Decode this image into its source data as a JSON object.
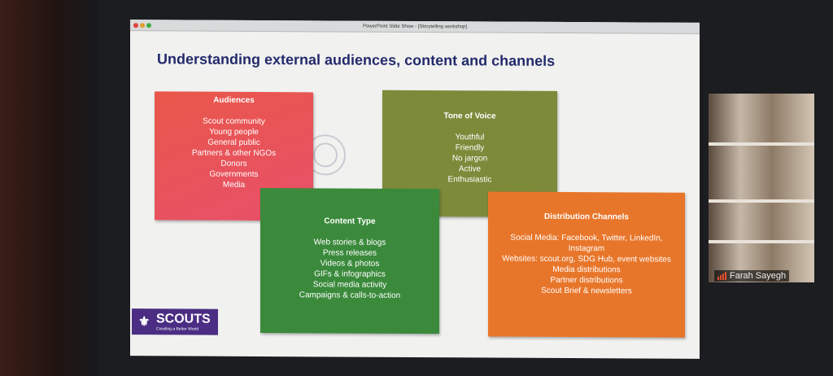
{
  "window": {
    "title": "PowerPoint Slide Show - [Storytelling workshop]"
  },
  "slide": {
    "title": "Understanding external audiences, content and channels",
    "boxes": {
      "audiences": {
        "heading": "Audiences",
        "items": [
          "Scout community",
          "Young people",
          "General public",
          "Partners & other NGOs",
          "Donors",
          "Governments",
          "Media"
        ],
        "color": "#e8544c"
      },
      "tone": {
        "heading": "Tone of Voice",
        "items": [
          "Youthful",
          "Friendly",
          "No jargon",
          "Active",
          "Enthusiastic"
        ],
        "color": "#7d8a3a"
      },
      "content": {
        "heading": "Content Type",
        "items": [
          "Web stories & blogs",
          "Press releases",
          "Videos & photos",
          "GIFs & infographics",
          "Social media activity",
          "Campaigns & calls-to-action"
        ],
        "color": "#3b8a3c"
      },
      "distribution": {
        "heading": "Distribution Channels",
        "items": [
          "Social Media: Facebook, Twitter, LinkedIn, Instagram",
          "Websites: scout.org, SDG Hub, event websites",
          "Media distributions",
          "Partner distributions",
          "Scout Brief & newsletters"
        ],
        "color": "#e8762a"
      }
    },
    "logo": {
      "text": "SCOUTS",
      "tagline": "Creating a Better World"
    }
  },
  "participant": {
    "name": "Farah Sayegh"
  }
}
